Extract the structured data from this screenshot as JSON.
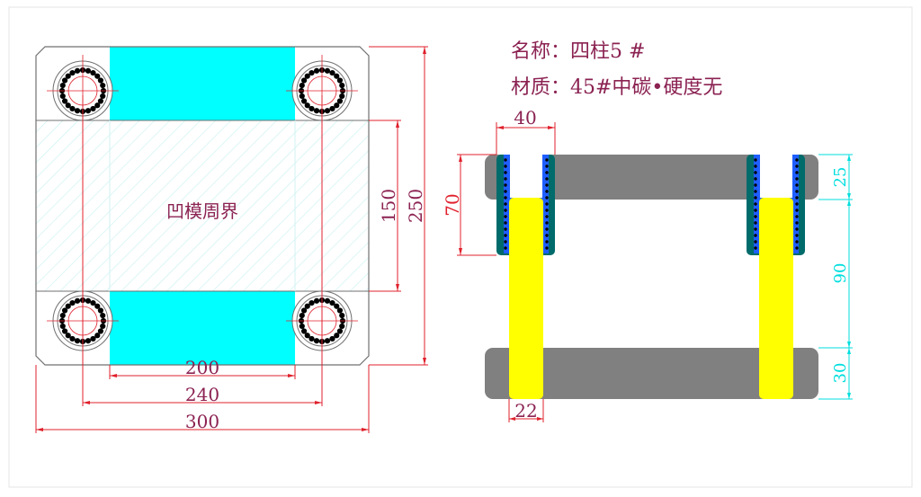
{
  "title": {
    "name_line": "名称：四柱5 #",
    "material_line": "材质：45#中碳•硬度无"
  },
  "plan": {
    "center_label": "凹模周界",
    "dim_bottom_200": "200",
    "dim_bottom_240": "240",
    "dim_bottom_300": "300",
    "dim_right_150": "150",
    "dim_right_250": "250"
  },
  "elevation": {
    "dim_top_40": "40",
    "dim_left_70": "70",
    "dim_bottom_22": "22",
    "dim_right_25": "25",
    "dim_right_90": "90",
    "dim_right_30": "30"
  },
  "colors": {
    "title_text": "#8b2252",
    "red_dim": "#e0202c",
    "cyan_dim": "#00dede",
    "cyan_fill": "#00ffff",
    "yellow_fill": "#ffff00",
    "plate_gray": "#808080",
    "bushing_teal": "#006b6b",
    "bushing_blue": "#1f5fff",
    "hatch": "#c6f0f0"
  }
}
